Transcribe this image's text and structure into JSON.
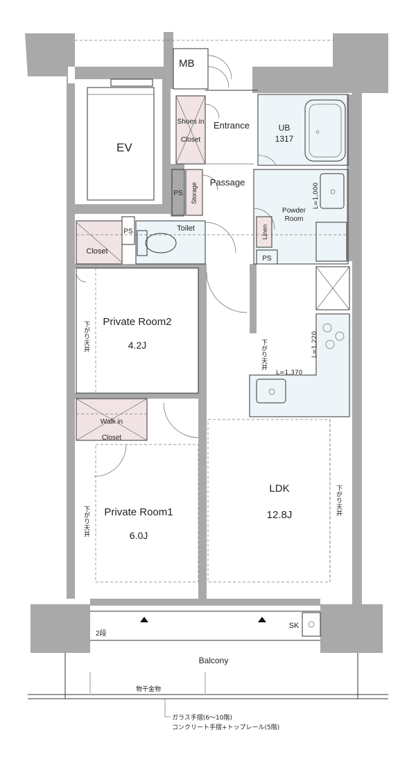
{
  "rooms": {
    "mb": "MB",
    "ev": "EV",
    "shoes_closet_1": "Shoes in",
    "shoes_closet_2": "Closet",
    "entrance": "Entrance",
    "ub": "UB",
    "ub_size": "1317",
    "ps_left": "PS",
    "storage": "Storage",
    "passage": "Passage",
    "ps_small": "PS",
    "toilet": "Toilet",
    "closet": "Closet",
    "powder_1": "Powder",
    "powder_2": "Room",
    "linen": "Linen",
    "ps_bottom": "PS",
    "private_room2": "Private Room2",
    "private_room2_size": "4.2J",
    "walk_in_1": "Walk in",
    "walk_in_2": "Closet",
    "private_room1": "Private Room1",
    "private_room1_size": "6.0J",
    "ldk": "LDK",
    "ldk_size": "12.8J",
    "sk": "SK",
    "balcony": "Balcony",
    "step": "2段"
  },
  "dims": {
    "l1000": "L=1,000",
    "l1370": "L=1,370",
    "l1220": "L=1,220"
  },
  "ceiling_note": "下がり天井",
  "notes": {
    "drying_hardware": "物干金物",
    "rail_1": "ガラス手摺(6〜10階)",
    "rail_2": "コンクリート手摺+トップレール(5階)"
  },
  "colors": {
    "wall": "#a9a9a9",
    "closet_fill": "#f2e4e4",
    "wet_fill": "#eef5f8"
  }
}
